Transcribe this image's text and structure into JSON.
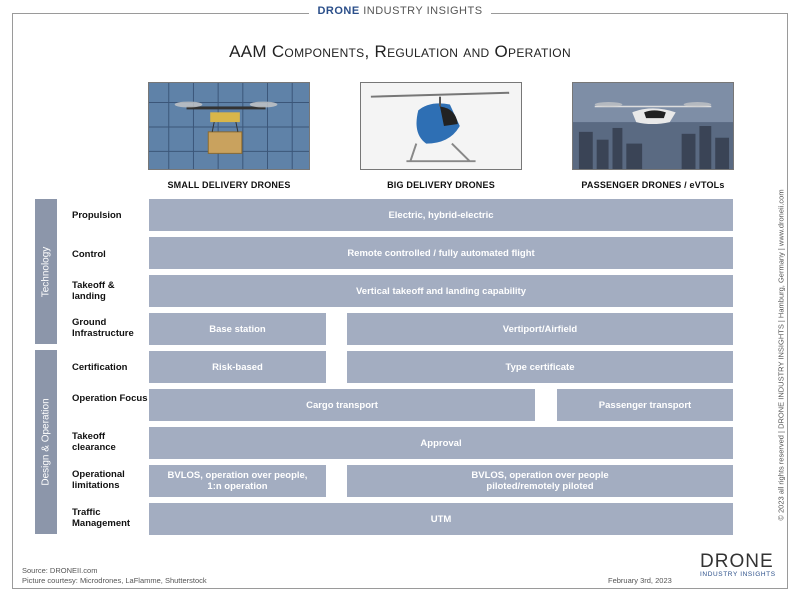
{
  "brand_top": {
    "bold": "DRONE",
    "rest": " INDUSTRY INSIGHTS"
  },
  "title": "AAM Components, Regulation and Operation",
  "categories": [
    {
      "label": "SMALL DELIVERY DRONES",
      "image": "small-delivery-drone-photo"
    },
    {
      "label": "BIG DELIVERY DRONES",
      "image": "big-delivery-drone-photo"
    },
    {
      "label": "PASSENGER DRONES / eVTOLs",
      "image": "passenger-evtol-photo"
    }
  ],
  "sections": {
    "technology": "Technology",
    "design_operation": "Design & Operation"
  },
  "rows": [
    {
      "label": "Propulsion",
      "cells": [
        "Electric, hybrid-electric"
      ]
    },
    {
      "label": "Control",
      "cells": [
        "Remote controlled / fully automated flight"
      ]
    },
    {
      "label": "Takeoff & landing",
      "cells": [
        "Vertical takeoff and landing capability"
      ]
    },
    {
      "label": "Ground Infrastructure",
      "cells": [
        "Base station",
        "Vertiport/Airfield"
      ]
    },
    {
      "label": "Certification",
      "cells": [
        "Risk-based",
        "Type certificate"
      ]
    },
    {
      "label": "Operation Focus",
      "cells": [
        "Cargo transport",
        "Passenger transport"
      ]
    },
    {
      "label": "Takeoff clearance",
      "cells": [
        "Approval"
      ]
    },
    {
      "label": "Operational limitations",
      "cells": [
        "BVLOS, operation over people, 1:n operation",
        "BVLOS, operation over people piloted/remotely piloted"
      ]
    },
    {
      "label": "Traffic Management",
      "cells": [
        "UTM"
      ]
    }
  ],
  "side_note": "© 2023 all rights reserved  |  DRONE INDUSTRY INSIGHTS  |  Hamburg, Germany  |  www.droneii.com",
  "footer": {
    "source": "Source: DRONEII.com",
    "courtesy": "Picture courtesy: Microdrones, LaFlamme, Shutterstock",
    "date": "February 3rd, 2023"
  },
  "logo": {
    "main": "DRONE",
    "sub": "INDUSTRY INSIGHTS"
  },
  "colors": {
    "bar": "#a3adc1",
    "section_label": "#8c96aa",
    "brand_blue": "#2b4f8a"
  }
}
